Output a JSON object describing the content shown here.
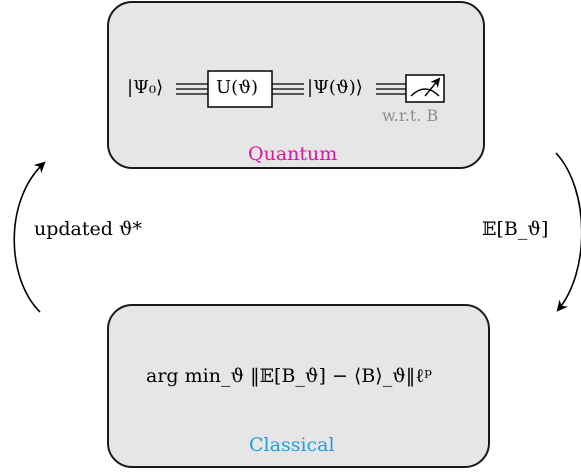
{
  "quantum": {
    "ket_initial": "|Ψ₀⟩",
    "unitary": "U(ϑ)",
    "ket_state": "|Ψ(ϑ)⟩",
    "measure_note": "w.r.t. B",
    "title": "Quantum",
    "title_color": "#e0179b"
  },
  "classical": {
    "objective": "arg min_ϑ ‖𝔼[B_ϑ] − ⟨B⟩_ϑ‖ℓᵖ",
    "title": "Classical",
    "title_color": "#1ea0d8"
  },
  "arrows": {
    "left_label": "updated ϑ*",
    "right_label": "𝔼[B_ϑ]"
  },
  "colors": {
    "box_fill": "#e6e6e6",
    "box_stroke": "#1a1a1a",
    "note_gray": "#8c8c8c"
  }
}
